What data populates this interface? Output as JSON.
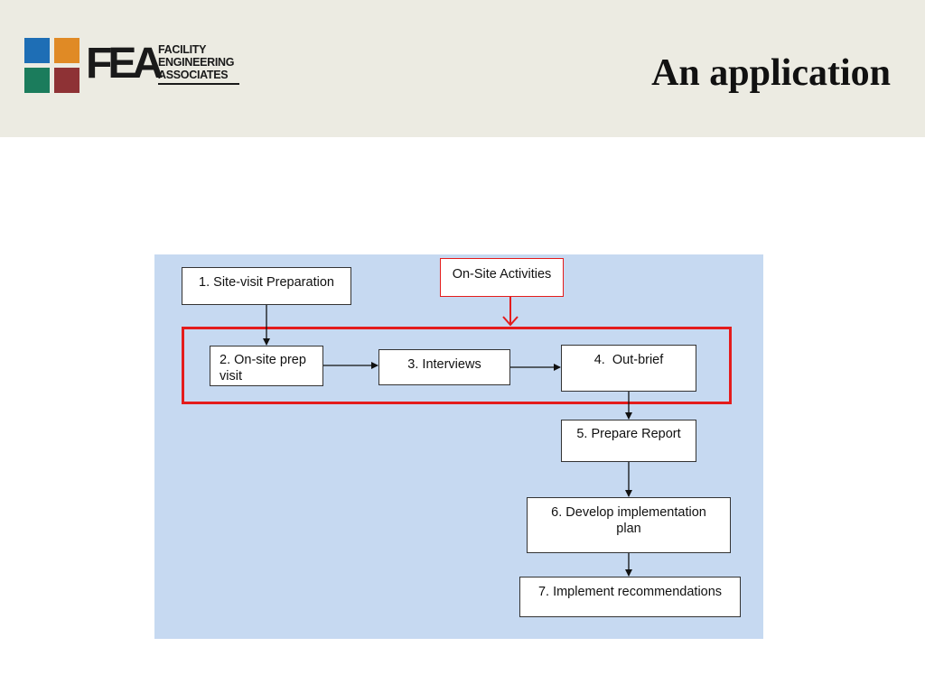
{
  "slide": {
    "title": "An application"
  },
  "logo": {
    "mark": "FEA",
    "lines": [
      "FACILITY",
      "ENGINEERING",
      "ASSOCIATES"
    ],
    "colors": [
      "#1e6eb5",
      "#e08a25",
      "#1b7c5c",
      "#8e3235"
    ]
  },
  "diagram": {
    "background_color": "#c6d9f1",
    "highlight_color": "#e41c1c",
    "callout": "On-Site Activities",
    "steps": [
      "1. Site-visit Preparation",
      "2. On-site prep visit",
      "3. Interviews",
      "4.  Out-brief",
      "5. Prepare Report",
      "6. Develop implementation plan",
      "7. Implement recommendations"
    ]
  }
}
